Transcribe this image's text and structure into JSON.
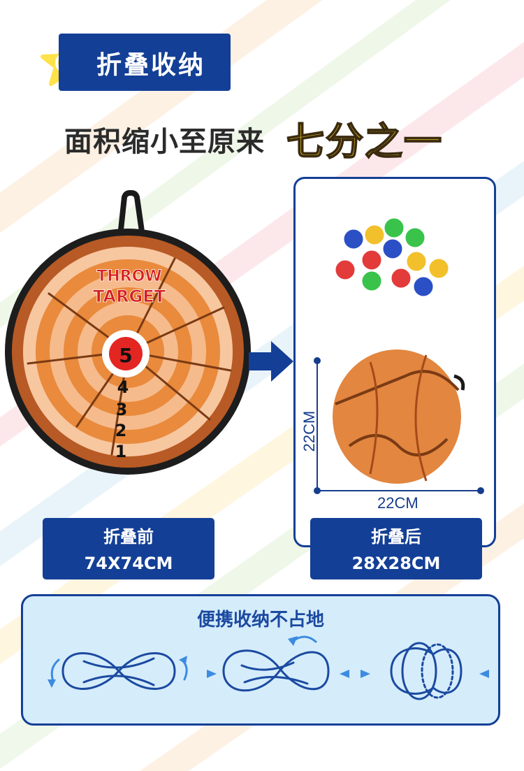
{
  "badge": {
    "title": "折叠收纳"
  },
  "headline": {
    "prefix": "面积缩小至原来",
    "accent": "七分之一"
  },
  "target": {
    "title_line1": "THROW",
    "title_line2": "TARGET",
    "scores": [
      "5",
      "4",
      "3",
      "2",
      "1"
    ]
  },
  "dimensions": {
    "height_label": "22CM",
    "width_label": "22CM"
  },
  "before": {
    "title": "折叠前",
    "size": "74X74CM"
  },
  "after": {
    "title": "折叠后",
    "size": "28X28CM"
  },
  "bottom": {
    "title": "便携收纳不占地"
  },
  "colors": {
    "brand_blue": "#133f96",
    "accent_yellow": "#ffd726",
    "orange": "#e98a3c",
    "light_blue": "#d5ecfb"
  }
}
